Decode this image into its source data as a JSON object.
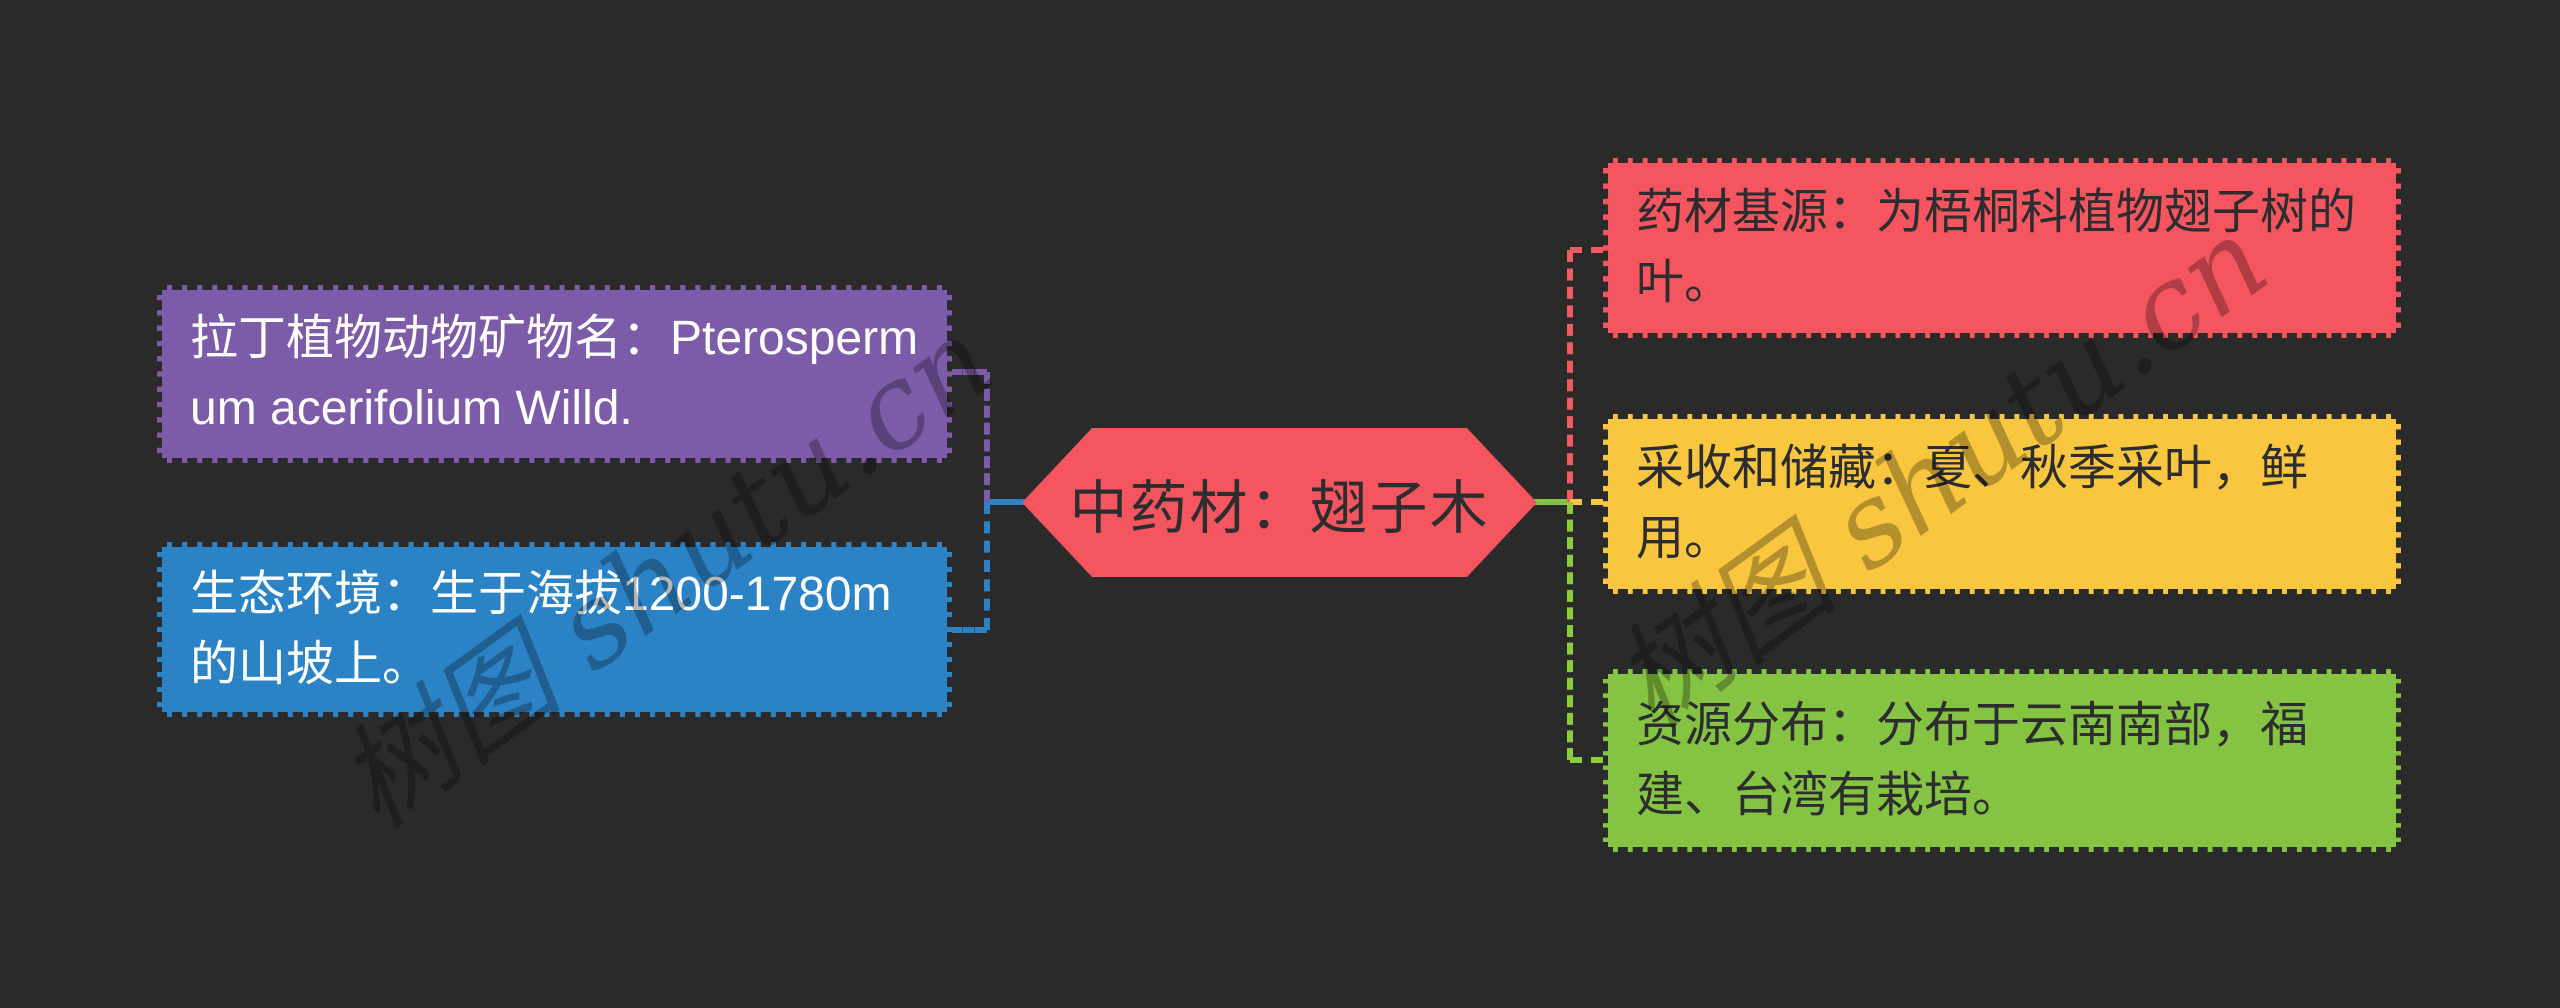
{
  "canvas": {
    "background": "#2A2A2B"
  },
  "center_node": {
    "label": "中药材：翅子木",
    "shape": "hexagon",
    "fill": "#F4555E",
    "text_color": "#2D2D30"
  },
  "left_nodes": [
    {
      "id": "latin-name",
      "text": "拉丁植物动物矿物名：Pterospermum acerifolium Willd.",
      "fill": "#7C5CA8",
      "text_color": "#FDFDFD",
      "connector_color": "#7C5CA8"
    },
    {
      "id": "ecology",
      "text": "生态环境：生于海拔1200-1780m的山坡上。",
      "fill": "#2B83C5",
      "text_color": "#FDFDFD",
      "connector_color": "#2B83C5"
    }
  ],
  "right_nodes": [
    {
      "id": "material-source",
      "text": "药材基源：为梧桐科植物翅子树的叶。",
      "fill": "#F4555E",
      "text_color": "#2D2D30",
      "connector_color": "#F25A62"
    },
    {
      "id": "harvest-storage",
      "text": "采收和储藏：夏、秋季采叶，鲜用。",
      "fill": "#F9C63F",
      "text_color": "#2D2D30",
      "connector_color": "#F9C63F"
    },
    {
      "id": "resource-distribution",
      "text": "资源分布：分布于云南南部，福建、台湾有栽培。",
      "fill": "#85C342",
      "text_color": "#2D2D30",
      "connector_color": "#8CCB3B"
    }
  ],
  "connectors": {
    "left_trunk_color": "#2B83C5",
    "right_trunk_color": "#85C342"
  },
  "watermark": {
    "text": "树图 shutu.cn"
  }
}
